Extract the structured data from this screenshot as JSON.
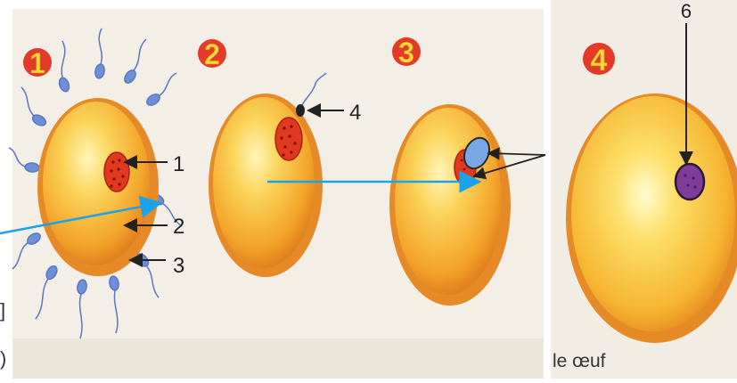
{
  "stages": [
    {
      "number": "1"
    },
    {
      "number": "2"
    },
    {
      "number": "3"
    },
    {
      "number": "4"
    }
  ],
  "labels": {
    "l1": "1",
    "l2": "2",
    "l3": "3",
    "l4": "4",
    "l6": "6"
  },
  "caption": "le œuf",
  "edge_marks": {
    "top": "]",
    "bottom": ")"
  },
  "colors": {
    "page": "#f3efe6",
    "egg_center": "#fff6b8",
    "egg_mid": "#f6b431",
    "egg_edge": "#e0781e",
    "membrane": "#e8892a",
    "nucleus": "#e2381f",
    "sperm": "#6f8ed8",
    "sperm_nucleus_blue": "#79a7e6",
    "fused_nucleus": "#7d3d98",
    "badge": "#e53a2a",
    "badge_text": "#ffd33a",
    "pointer": "#1aa3e6"
  }
}
